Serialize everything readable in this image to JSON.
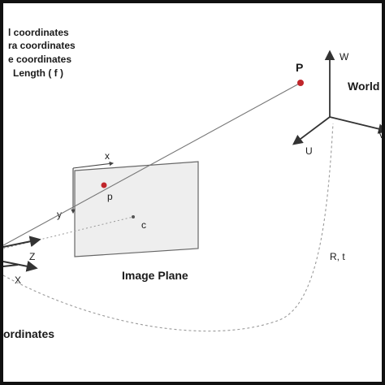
{
  "legend": {
    "line1": "l coordinates",
    "line2": "ra coordinates",
    "line3": "e coordinates",
    "line4": "Length ( f )"
  },
  "world": {
    "title": "World C",
    "axis_w": "W",
    "axis_u": "U",
    "axis_v": "V"
  },
  "points": {
    "world_point": "P",
    "image_point": "p",
    "principal_point": "c"
  },
  "image_plane": {
    "label": "Image Plane",
    "axis_x": "x",
    "axis_y": "y"
  },
  "camera": {
    "axis_z": "Z",
    "axis_x": "X",
    "label": "ordinates"
  },
  "transform": {
    "label": "R, t"
  },
  "colors": {
    "point": "#c0262b",
    "plane_fill": "#eeeeee",
    "line": "#555555",
    "dashed": "#999999"
  }
}
